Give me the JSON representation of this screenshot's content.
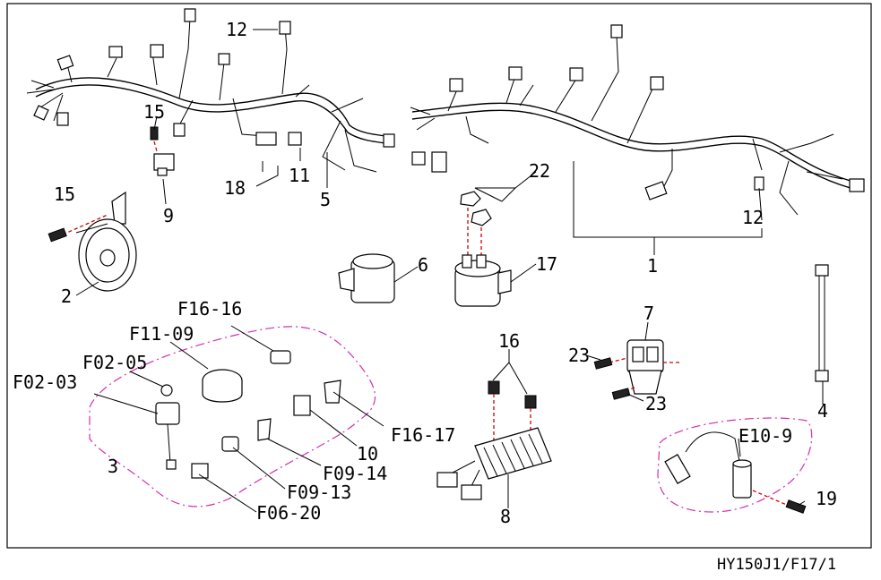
{
  "diagram_code": "HY150J1/F17/1",
  "callouts": {
    "c1": "1",
    "c2": "2",
    "c3": "3",
    "c4": "4",
    "c5": "5",
    "c6": "6",
    "c7": "7",
    "c8": "8",
    "c9": "9",
    "c10": "10",
    "c11": "11",
    "c12a": "12",
    "c12b": "12",
    "c15a": "15",
    "c15b": "15",
    "c16": "16",
    "c17": "17",
    "c18": "18",
    "c19": "19",
    "c22": "22",
    "c23a": "23",
    "c23b": "23",
    "f16_16": "F16-16",
    "f11_09": "F11-09",
    "f02_05": "F02-05",
    "f02_03": "F02-03",
    "f16_17": "F16-17",
    "f09_14": "F09-14",
    "f09_13": "F09-13",
    "f06_20": "F06-20",
    "e10_9": "E10-9"
  }
}
